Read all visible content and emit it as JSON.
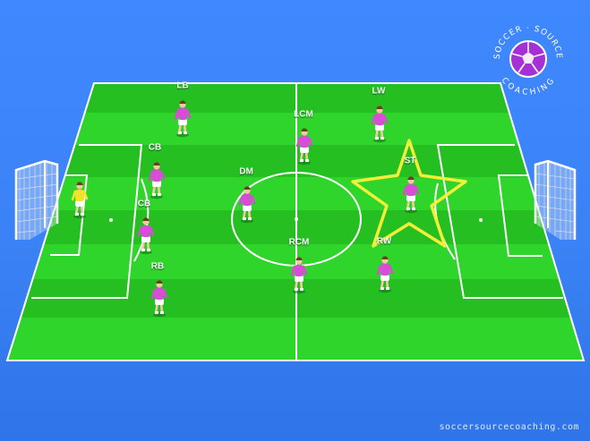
{
  "logo": {
    "top_text": "SOCCER · SOURCE",
    "bottom_text": "COACHING",
    "ring_color": "#ffffff",
    "ball_color": "#a531d6"
  },
  "watermark": "soccersourcecoaching.com",
  "colors": {
    "grass_light": "#2fd52a",
    "grass_dark": "#24b821",
    "lines": "#ffffff",
    "kit_shirt": "#d94bd8",
    "kit_shorts": "#ffffff",
    "keeper_shirt": "#f3e22a",
    "highlight_star": "#f4ee3a"
  },
  "positions": {
    "lb": "LB",
    "cb_top": "CB",
    "cb_bottom": "CB",
    "rb": "RB",
    "dm": "DM",
    "lcm": "LCM",
    "rcm": "RCM",
    "lw": "LW",
    "st": "ST",
    "rw": "RW"
  },
  "highlighted_position": "ST",
  "goalkeeper_icon": "goalkeeper-figure"
}
